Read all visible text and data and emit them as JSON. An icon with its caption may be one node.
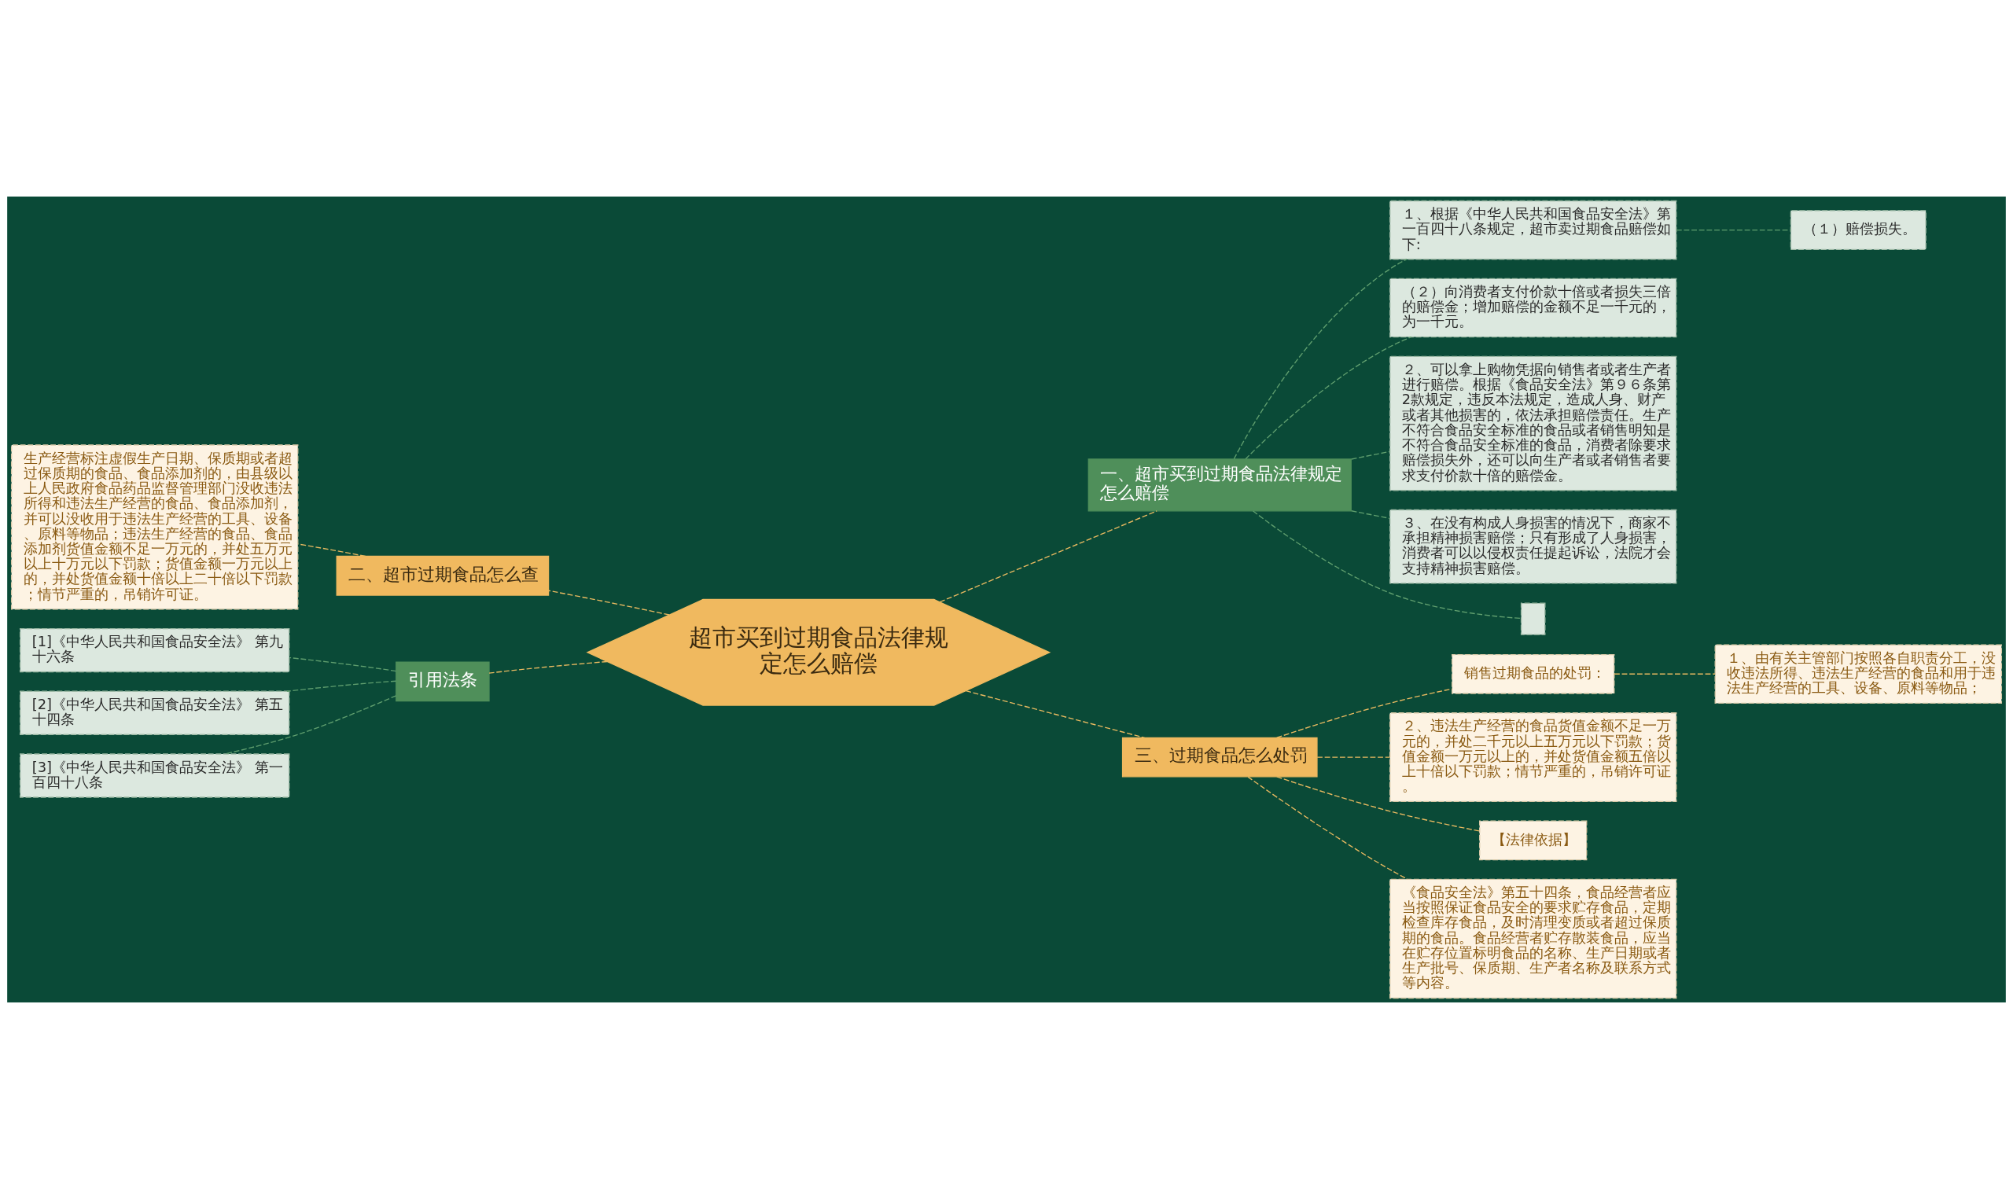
{
  "diagram": {
    "nodes": [
      {
        "text": [
          "超市买到过期食品法律规定怎么赔偿"
        ]
      },
      {
        "text": [
          "一、超市买到过期食品法律规定怎么赔偿"
        ]
      },
      {
        "text": [
          "１、根据《中华人民共和国食品安全法》第一百四十八条规定，超市卖过期食品赔偿如下:"
        ]
      },
      {
        "text": [
          "（１）赔偿损失。"
        ]
      },
      {
        "text": [
          "（２）向消费者支付价款十倍或者损失三倍的赔偿金；增加赔偿的金额不足一千元的，为一千元。"
        ]
      },
      {
        "text": [
          "２、可以拿上购物凭据向销售者或者生产者进行赔偿。根据《食品安全法》第９６条第2款规定，违反本法规定，造成人身、财产或者其他损害的，依法承担赔偿责任。生产不符合食品安全标准的食品或者销售明知是不符合食品安全标准的食品，消费者除要求赔偿损失外，还可以向生产者或者销售者要求支付价款十倍的赔偿金。"
        ]
      },
      {
        "text": [
          "３、在没有构成人身损害的情况下，商家不承担精神损害赔偿；只有形成了人身损害，消费者可以以侵权责任提起诉讼，法院才会支持精神损害赔偿。"
        ]
      },
      {
        "text": [],
        "shape": "box"
      },
      {
        "text": [
          "二、超市过期食品怎么查"
        ]
      },
      {
        "text": [
          "生产经营标注虚假生产日期、保质期或者超过保质期的食品、食品添加剂的，由县级以上人民政府食品药品监督管理部门没收违法所得和违法生产经营的食品、食品添加剂，并可以没收用于违法生产经营的工具、设备、原料等物品；违法生产经营的食品、食品添加剂货值金额不足一万元的，并处五万元以上十万元以下罚款；货值金额一万元以上的，并处货值金额十倍以上二十倍以下罚款；情节严重的，吊销许可证。"
        ]
      },
      {
        "text": [
          "引用法条"
        ]
      },
      {
        "text": [
          "[1]《中华人民共和国食品安全法》 第九十六条"
        ]
      },
      {
        "text": [
          "[2]《中华人民共和国食品安全法》 第五十四条"
        ]
      },
      {
        "text": [
          "[3]《中华人民共和国食品安全法》 第一百四十八条"
        ]
      },
      {
        "text": [
          "三、过期食品怎么处罚"
        ]
      },
      {
        "text": [
          "销售过期食品的处罚："
        ]
      },
      {
        "text": [
          "１、由有关主管部门按照各自职责分工，没收违法所得、违法生产经营的食品和用于违法生产经营的工具、设备、原料等物品；"
        ]
      },
      {
        "text": [
          "２、违法生产经营的食品货值金额不足一万元的，并处二千元以上五万元以下罚款；货值金额一万元以上的，并处货值金额五倍以上十倍以下罚款；情节严重的，吊销许可证。"
        ]
      },
      {
        "text": [
          "【法律依据】"
        ]
      },
      {
        "text": [
          "《食品安全法》第五十四条，食品经营者应当按照保证食品安全的要求贮存食品，定期检查库存食品，及时清理变质或者超过保质期的食品。食品经营者贮存散装食品，应当在贮存位置标明食品的名称、生产日期或者生产批号、保质期、生产者名称及联系方式等内容。"
        ]
      }
    ],
    "edges": [
      {
        "from": 0,
        "to": 1,
        "arrow": "none",
        "style": "dashed",
        "color": "#e8b960"
      },
      {
        "from": 1,
        "to": 2,
        "arrow": "none",
        "style": "dashed",
        "color": "#5f9e6e"
      },
      {
        "from": 2,
        "to": 3,
        "arrow": "none",
        "style": "dashed",
        "color": "#5f9e6e"
      },
      {
        "from": 1,
        "to": 4,
        "arrow": "none",
        "style": "dashed",
        "color": "#5f9e6e"
      },
      {
        "from": 1,
        "to": 5,
        "arrow": "none",
        "style": "dashed",
        "color": "#5f9e6e"
      },
      {
        "from": 1,
        "to": 6,
        "arrow": "none",
        "style": "dashed",
        "color": "#5f9e6e"
      },
      {
        "from": 1,
        "to": 7,
        "arrow": "none",
        "style": "dashed",
        "color": "#5f9e6e"
      },
      {
        "from": 0,
        "to": 8,
        "arrow": "none",
        "style": "dashed",
        "color": "#e8b960"
      },
      {
        "from": 8,
        "to": 9,
        "arrow": "none",
        "style": "dashed",
        "color": "#e8b960"
      },
      {
        "from": 0,
        "to": 10,
        "arrow": "none",
        "style": "dashed",
        "color": "#e8b960"
      },
      {
        "from": 10,
        "to": 11,
        "arrow": "none",
        "style": "dashed",
        "color": "#5f9e6e"
      },
      {
        "from": 10,
        "to": 12,
        "arrow": "none",
        "style": "dashed",
        "color": "#5f9e6e"
      },
      {
        "from": 10,
        "to": 13,
        "arrow": "none",
        "style": "dashed",
        "color": "#5f9e6e"
      },
      {
        "from": 0,
        "to": 14,
        "arrow": "none",
        "style": "dashed",
        "color": "#e8b960"
      },
      {
        "from": 14,
        "to": 15,
        "arrow": "none",
        "style": "dashed",
        "color": "#e8b960"
      },
      {
        "from": 15,
        "to": 16,
        "arrow": "none",
        "style": "dashed",
        "color": "#e8b960"
      },
      {
        "from": 14,
        "to": 17,
        "arrow": "none",
        "style": "dashed",
        "color": "#e8b960"
      },
      {
        "from": 14,
        "to": 18,
        "arrow": "none",
        "style": "dashed",
        "color": "#e8b960"
      },
      {
        "from": 14,
        "to": 19,
        "arrow": "none",
        "style": "dashed",
        "color": "#e8b960"
      }
    ]
  }
}
